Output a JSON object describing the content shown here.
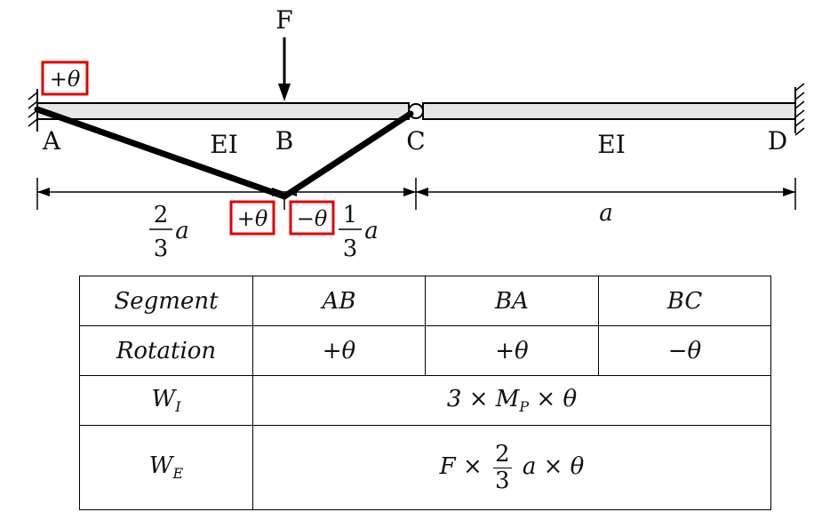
{
  "diagram": {
    "force_label": "F",
    "points": {
      "A": "A",
      "B": "B",
      "C": "C",
      "D": "D"
    },
    "stiffness_left": "EI",
    "stiffness_right": "EI",
    "rotations": {
      "at_A": "+θ",
      "at_B_left": "+θ",
      "at_B_right": "−θ"
    },
    "dimensions": {
      "left_num": "2",
      "left_den": "3",
      "left_var": "a",
      "mid_num": "1",
      "mid_den": "3",
      "mid_var": "a",
      "right": "a"
    },
    "colors": {
      "highlight_box": "#e00000",
      "beam_fill": "#e6e6e6",
      "mechanism": "#000000"
    }
  },
  "table": {
    "row_segment_label": "Segment",
    "segments": [
      "AB",
      "BA",
      "BC"
    ],
    "row_rotation_label": "Rotation",
    "rotations": [
      "+θ",
      "+θ",
      "−θ"
    ],
    "wi_label_main": "W",
    "wi_label_sub": "I",
    "wi_expr_prefix": "3 × M",
    "wi_expr_sub": "P",
    "wi_expr_suffix": " × θ",
    "we_label_main": "W",
    "we_label_sub": "E",
    "we_expr_prefix": "F ×",
    "we_frac_num": "2",
    "we_frac_den": "3",
    "we_expr_suffix": "a × θ"
  }
}
